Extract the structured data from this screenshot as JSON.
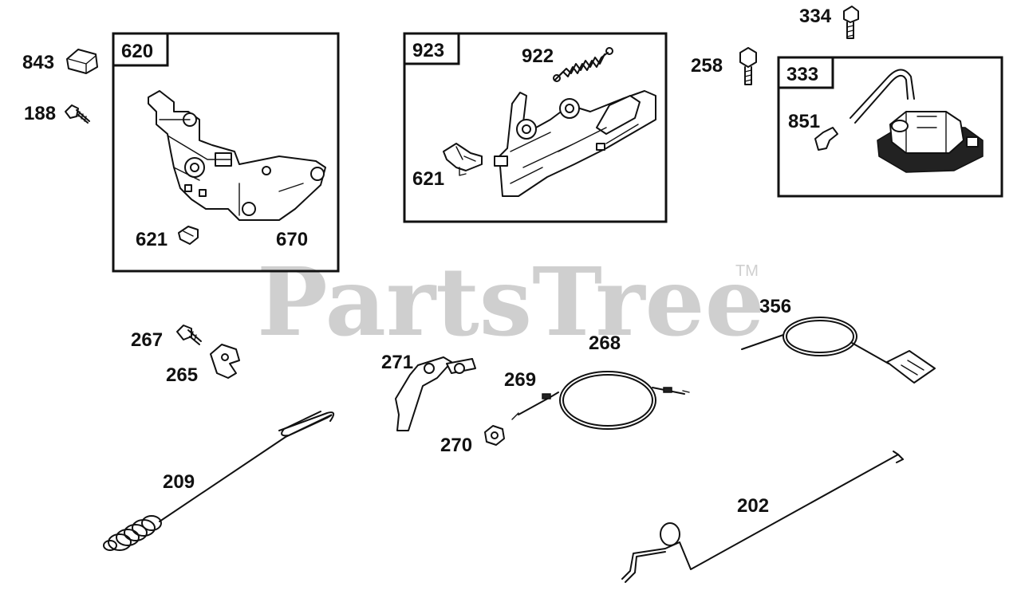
{
  "watermark": {
    "text": "PartsTree",
    "trademark": "TM"
  },
  "colors": {
    "line": "#111111",
    "watermark": "#cfcfcf",
    "background": "#ffffff"
  },
  "boxes": [
    {
      "number": "620"
    },
    {
      "number": "923"
    },
    {
      "number": "333"
    }
  ],
  "parts": {
    "p843": "843",
    "p188": "188",
    "p621a": "621",
    "p670": "670",
    "p922": "922",
    "p621b": "621",
    "p258": "258",
    "p334": "334",
    "p851": "851",
    "p267": "267",
    "p265": "265",
    "p271": "271",
    "p268": "268",
    "p269": "269",
    "p270": "270",
    "p356": "356",
    "p209": "209",
    "p202": "202"
  }
}
